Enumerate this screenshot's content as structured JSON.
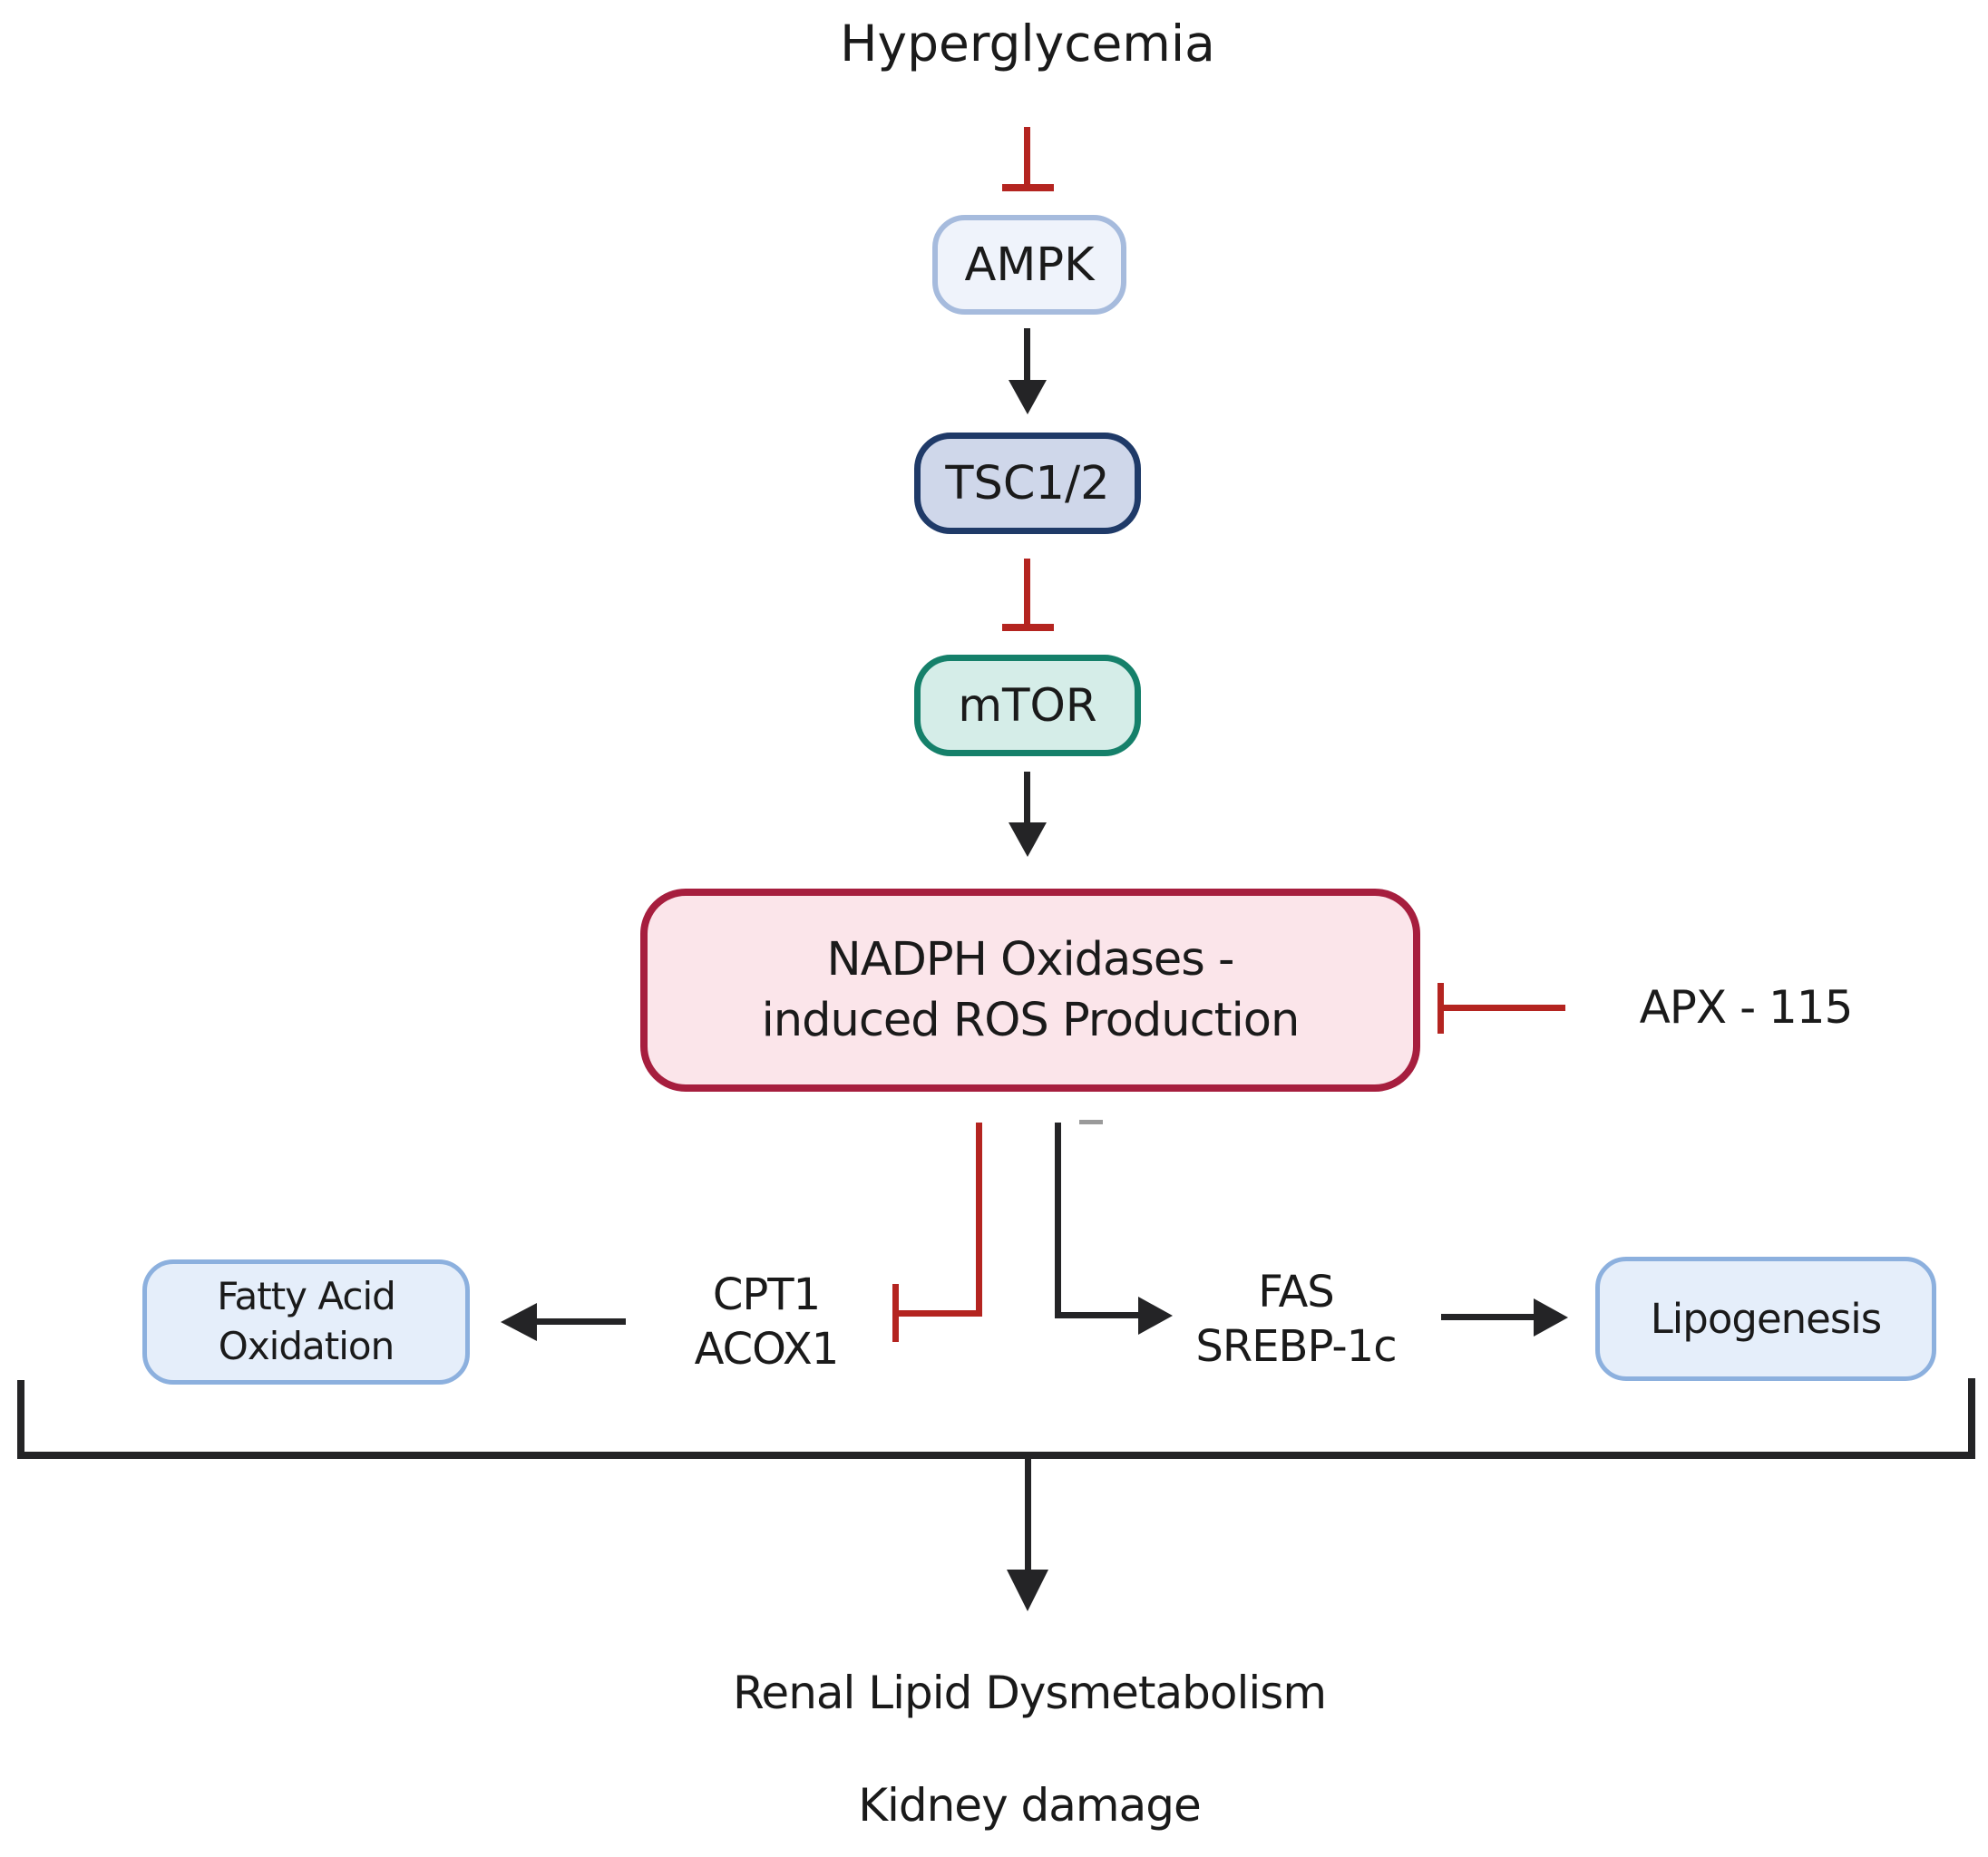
{
  "diagram": {
    "title": "Hyperglycemia",
    "nodes": {
      "ampk": {
        "label": "AMPK"
      },
      "tsc": {
        "label": "TSC1/2"
      },
      "mtor": {
        "label": "mTOR"
      },
      "nadph": {
        "line1": "NADPH Oxidases -",
        "line2": "induced ROS Production"
      },
      "apx": {
        "label": "APX - 115"
      },
      "cpt1_acox1": {
        "line1": "CPT1",
        "line2": "ACOX1"
      },
      "fas_srebp": {
        "line1": "FAS",
        "line2": "SREBP-1c"
      },
      "fatty_acid_oxidation": {
        "line1": "Fatty Acid",
        "line2": "Oxidation"
      },
      "lipogenesis": {
        "label": "Lipogenesis"
      },
      "renal": {
        "label": "Renal Lipid Dysmetabolism"
      },
      "kidney": {
        "label": "Kidney damage"
      }
    },
    "edges": [
      {
        "from": "Hyperglycemia",
        "to": "AMPK",
        "type": "inhibition",
        "color": "#b42420"
      },
      {
        "from": "AMPK",
        "to": "TSC1/2",
        "type": "activation",
        "color": "#242426"
      },
      {
        "from": "TSC1/2",
        "to": "mTOR",
        "type": "inhibition",
        "color": "#b42420"
      },
      {
        "from": "mTOR",
        "to": "NADPH Oxidases - induced ROS Production",
        "type": "activation",
        "color": "#242426"
      },
      {
        "from": "APX - 115",
        "to": "NADPH Oxidases - induced ROS Production",
        "type": "inhibition",
        "color": "#b42420"
      },
      {
        "from": "NADPH Oxidases - induced ROS Production",
        "to": "CPT1 ACOX1",
        "type": "inhibition",
        "color": "#b42420"
      },
      {
        "from": "NADPH Oxidases - induced ROS Production",
        "to": "FAS SREBP-1c",
        "type": "activation",
        "color": "#242426"
      },
      {
        "from": "CPT1 ACOX1",
        "to": "Fatty Acid Oxidation",
        "type": "activation",
        "color": "#242426"
      },
      {
        "from": "FAS SREBP-1c",
        "to": "Lipogenesis",
        "type": "activation",
        "color": "#242426"
      },
      {
        "from": "Fatty Acid Oxidation + Lipogenesis",
        "to": "Renal Lipid Dysmetabolism / Kidney damage",
        "type": "activation",
        "color": "#242426"
      }
    ],
    "colors": {
      "inhibition_red": "#b42420",
      "arrow_black": "#242426",
      "ampk_fill": "#eff3fb",
      "ampk_border": "#a6bbdd",
      "tsc_fill": "#cfd7ea",
      "tsc_border": "#1f3a68",
      "mtor_fill": "#d5ede8",
      "mtor_border": "#15806a",
      "nadph_fill": "#fbe5ea",
      "nadph_border": "#a61e3e",
      "outcome_fill": "#e5eefa",
      "outcome_border": "#8cb0de",
      "text": "#1a1a1a"
    }
  }
}
